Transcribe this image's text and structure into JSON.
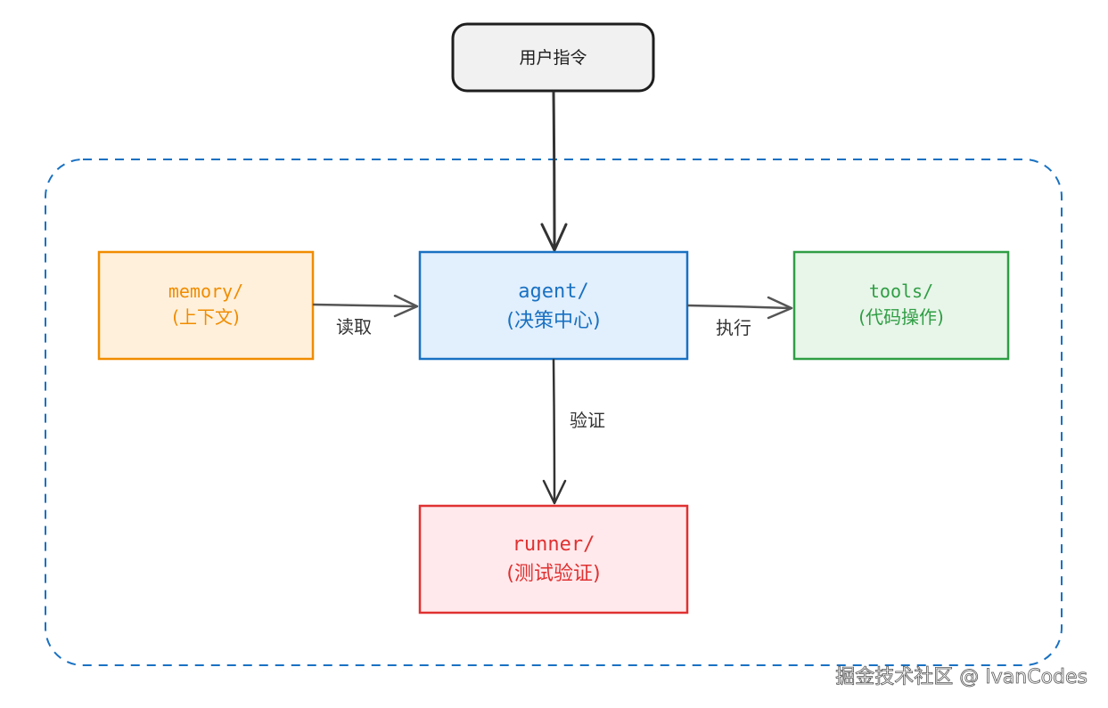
{
  "user_command": {
    "label": "用户指令"
  },
  "nodes": {
    "memory": {
      "title": "memory/",
      "subtitle": "(上下文)",
      "stroke": "#f08c00",
      "fill": "#fff0db",
      "text": "#f08c00"
    },
    "agent": {
      "title": "agent/",
      "subtitle": "(决策中心)",
      "stroke": "#1971c2",
      "fill": "#e2effc",
      "text": "#1971c2"
    },
    "tools": {
      "title": "tools/",
      "subtitle": "(代码操作)",
      "stroke": "#2f9e44",
      "fill": "#e8f5e9",
      "text": "#2f9e44"
    },
    "runner": {
      "title": "runner/",
      "subtitle": "(测试验证)",
      "stroke": "#e03131",
      "fill": "#ffe9ec",
      "text": "#e03131"
    }
  },
  "edges": {
    "read": "读取",
    "execute": "执行",
    "verify": "验证"
  },
  "watermark": "掘金技术社区 @ IvanCodes",
  "colors": {
    "arrow": "#555555",
    "boundary": "#1971c2",
    "user_fill": "#f1f1f1",
    "user_stroke": "#1e1e1e"
  }
}
